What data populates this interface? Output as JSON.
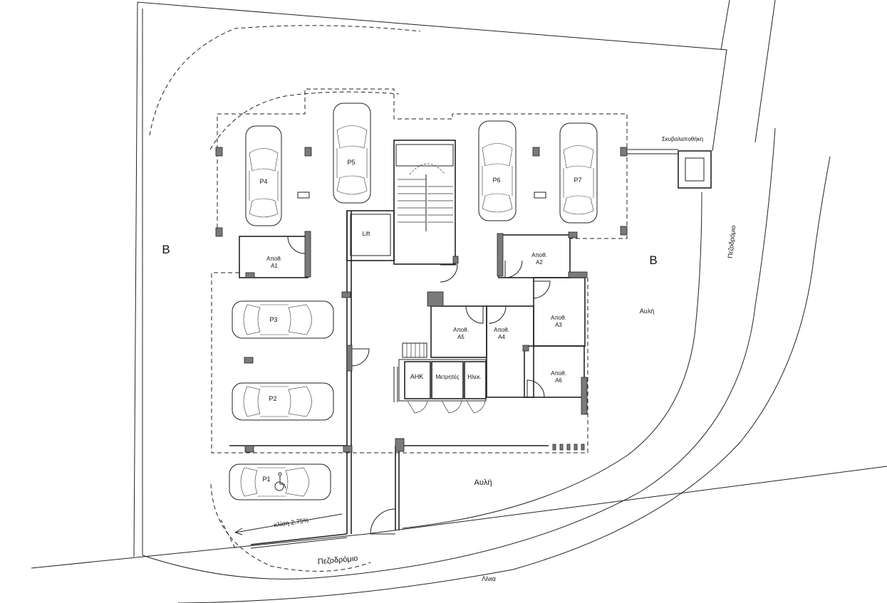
{
  "plot_labels": {
    "left_b": "B",
    "right_b": "B",
    "courtyard_right": "Αυλή",
    "courtyard_bottom": "Αυλή",
    "sidewalk_bottom": "Πεζοδρόμιο",
    "sidewalk_right": "Πεζοδρόμιο",
    "street": "Λίνια",
    "slope": "κλίση 2.75%",
    "bin_store": "Σκυβαλαποθήκη"
  },
  "parking": [
    {
      "label": "P1",
      "accessible": true
    },
    {
      "label": "P2"
    },
    {
      "label": "P3"
    },
    {
      "label": "P4"
    },
    {
      "label": "P5"
    },
    {
      "label": "P6"
    },
    {
      "label": "P7"
    }
  ],
  "rooms": {
    "lift": "Lift",
    "ahk": "AHK",
    "meters": "Μετρητές",
    "electrical": "Ηλεκ.",
    "storage": [
      {
        "line1": "Αποθ.",
        "line2": "A1"
      },
      {
        "line1": "Αποθ.",
        "line2": "A2"
      },
      {
        "line1": "Αποθ.",
        "line2": "A3"
      },
      {
        "line1": "Αποθ.",
        "line2": "A4"
      },
      {
        "line1": "Αποθ.",
        "line2": "A5"
      },
      {
        "line1": "Αποθ.",
        "line2": "A6"
      }
    ]
  },
  "icons": {
    "wheelchair": "wheelchair-icon",
    "car": "car-top-view-icon"
  }
}
